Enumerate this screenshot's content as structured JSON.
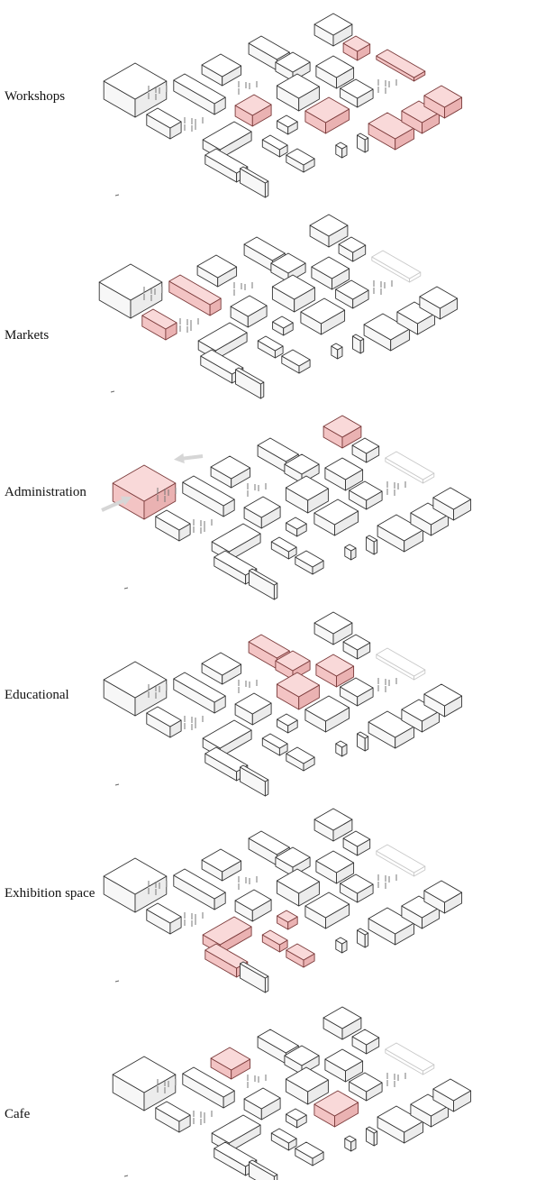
{
  "panels": [
    {
      "label": "Workshops",
      "highlight": [
        "wk1",
        "wk2",
        "wk3",
        "wk4",
        "wk5",
        "wk6",
        "wk7"
      ]
    },
    {
      "label": "Markets",
      "highlight": [
        "mk1",
        "mk2"
      ]
    },
    {
      "label": "Administration",
      "highlight": [
        "ad1",
        "ad2"
      ]
    },
    {
      "label": "Educational",
      "highlight": [
        "ed1",
        "ed2",
        "ed3",
        "ed4"
      ]
    },
    {
      "label": "Exhibition space",
      "highlight": [
        "ex1",
        "ex2",
        "ex3"
      ]
    },
    {
      "label": "Cafe",
      "highlight": [
        "cf1",
        "cf2"
      ]
    }
  ],
  "colors": {
    "highlight_fill": "#f3c4c4",
    "outline": "#333333",
    "background": "#ffffff"
  }
}
